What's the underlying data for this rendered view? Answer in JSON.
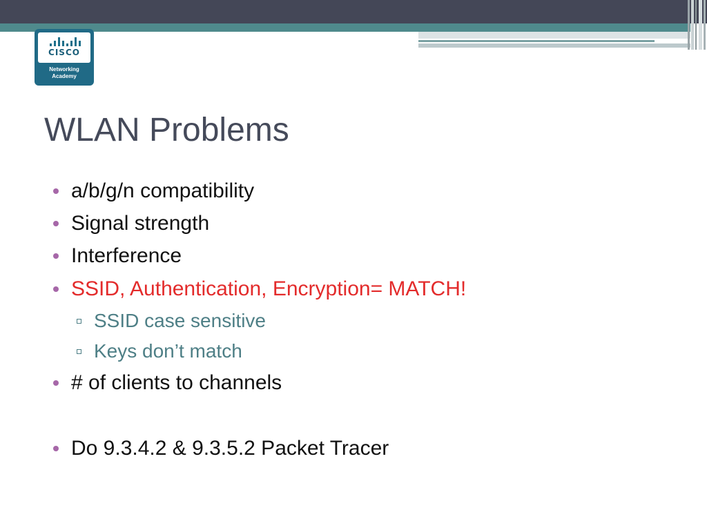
{
  "slide": {
    "title": "WLAN Problems",
    "logo": {
      "wordmark": "CISCO",
      "line1": "Networking",
      "line2": "Academy"
    },
    "bullets": [
      {
        "level": 1,
        "text": "a/b/g/n compatibility",
        "color": "#111111"
      },
      {
        "level": 1,
        "text": "Signal strength",
        "color": "#111111"
      },
      {
        "level": 1,
        "text": "Interference",
        "color": "#111111"
      },
      {
        "level": 1,
        "text": "SSID, Authentication, Encryption= MATCH!",
        "color": "#e32b2b"
      },
      {
        "level": 2,
        "text": "SSID case sensitive",
        "color": "#4e7f86"
      },
      {
        "level": 2,
        "text": "Keys don’t match",
        "color": "#4e7f86"
      },
      {
        "level": 1,
        "text": "# of clients to channels",
        "color": "#111111"
      },
      {
        "level": 1,
        "text": "Do 9.3.4.2 & 9.3.5.2 Packet Tracer",
        "color": "#111111"
      }
    ]
  },
  "colors": {
    "header_dark": "#444757",
    "header_teal": "#4f8a8c",
    "bullet_dot": "#a667a8",
    "title": "#454a5a"
  }
}
